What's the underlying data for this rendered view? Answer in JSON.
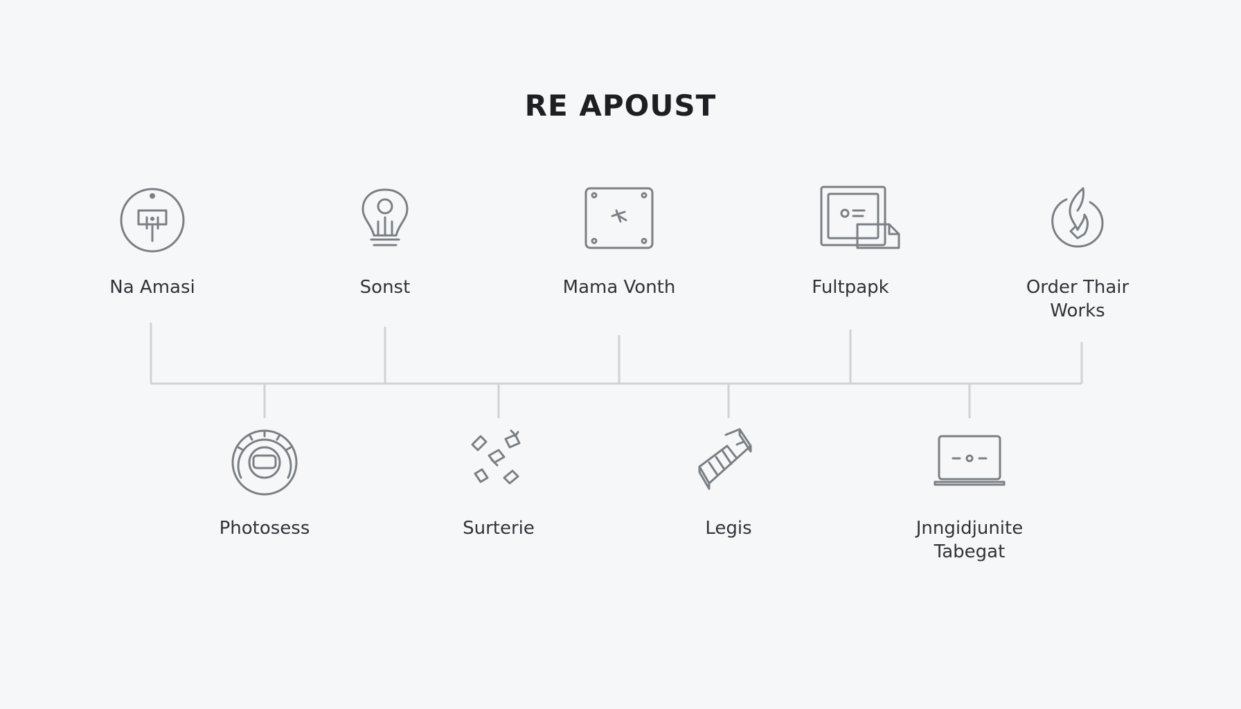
{
  "diagram": {
    "title": "RE APOUST",
    "top_nodes": [
      {
        "label": "Na Amasi",
        "icon": "person-badge-icon"
      },
      {
        "label": "Sonst",
        "icon": "lightbulb-icon"
      },
      {
        "label": "Mama Vonth",
        "icon": "panel-icon"
      },
      {
        "label": "Fultpapk",
        "icon": "document-card-icon"
      },
      {
        "label": "Order Thair\nWorks",
        "icon": "flame-icon"
      }
    ],
    "bottom_nodes": [
      {
        "label": "Photosess",
        "icon": "dial-icon"
      },
      {
        "label": "Surterie",
        "icon": "fragments-icon"
      },
      {
        "label": "Legis",
        "icon": "blocks-icon"
      },
      {
        "label": "Jnngidjunite\nTabegat",
        "icon": "laptop-icon"
      }
    ],
    "colors": {
      "background": "#f6f7f8",
      "line": "#cfd3d6",
      "icon": "#7a7f84",
      "text": "#2f3337"
    }
  }
}
